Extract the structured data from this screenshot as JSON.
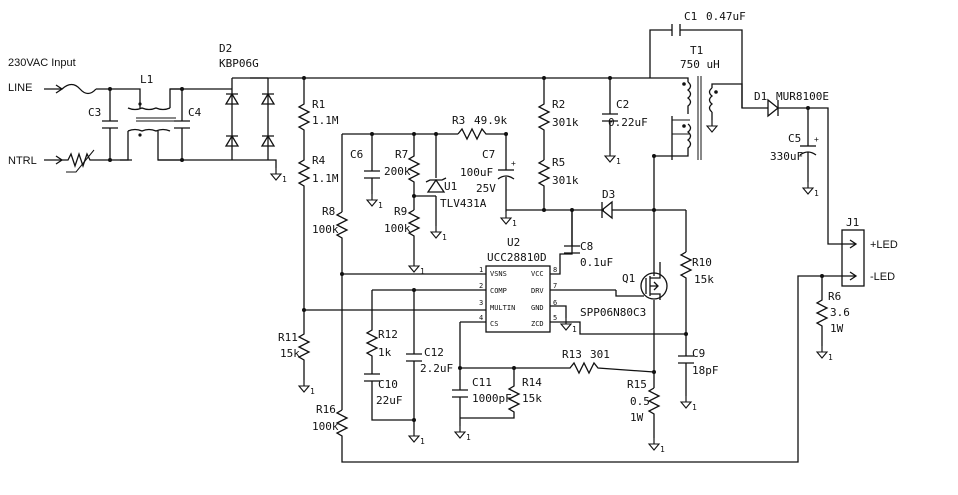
{
  "input": {
    "title": "230VAC Input",
    "line": "LINE",
    "neutral": "NTRL"
  },
  "components": {
    "L1": {
      "ref": "L1"
    },
    "C3": {
      "ref": "C3"
    },
    "C4": {
      "ref": "C4"
    },
    "D2": {
      "ref": "D2",
      "value": "KBP06G"
    },
    "R1": {
      "ref": "R1",
      "value": "1.1M"
    },
    "R4": {
      "ref": "R4",
      "value": "1.1M"
    },
    "R8": {
      "ref": "R8",
      "value": "100k"
    },
    "R11": {
      "ref": "R11",
      "value": "15k"
    },
    "R16": {
      "ref": "R16",
      "value": "100k"
    },
    "C6": {
      "ref": "C6"
    },
    "R7": {
      "ref": "R7",
      "value": "200k"
    },
    "R9": {
      "ref": "R9",
      "value": "100k"
    },
    "U1": {
      "ref": "U1",
      "value": "TLV431A"
    },
    "R3": {
      "ref": "R3",
      "value": "49.9k"
    },
    "C7": {
      "ref": "C7",
      "value": "100uF",
      "rating": "25V"
    },
    "R2": {
      "ref": "R2",
      "value": "301k"
    },
    "R5": {
      "ref": "R5",
      "value": "301k"
    },
    "C2": {
      "ref": "C2",
      "value": "0.22uF"
    },
    "C1": {
      "ref": "C1",
      "value": "0.47uF"
    },
    "T1": {
      "ref": "T1",
      "value": "750 uH"
    },
    "D1": {
      "ref": "D1",
      "value": "MUR8100E"
    },
    "C5": {
      "ref": "C5",
      "value": "330uF"
    },
    "D3": {
      "ref": "D3"
    },
    "U2": {
      "ref": "U2",
      "value": "UCC28810D"
    },
    "C8": {
      "ref": "C8",
      "value": "0.1uF"
    },
    "Q1": {
      "ref": "Q1",
      "value": "SPP06N80C3"
    },
    "R10": {
      "ref": "R10",
      "value": "15k"
    },
    "C9": {
      "ref": "C9",
      "value": "18pF"
    },
    "R12": {
      "ref": "R12",
      "value": "1k"
    },
    "C12": {
      "ref": "C12",
      "value": "2.2uF"
    },
    "C10": {
      "ref": "C10",
      "value": "22uF"
    },
    "R13": {
      "ref": "R13",
      "value": "301"
    },
    "C11": {
      "ref": "C11",
      "value": "1000pF"
    },
    "R14": {
      "ref": "R14",
      "value": "15k"
    },
    "R15": {
      "ref": "R15",
      "value": "0.5",
      "rating": "1W"
    },
    "R6": {
      "ref": "R6",
      "value": "3.6",
      "rating": "1W"
    },
    "J1": {
      "ref": "J1",
      "pos": "+LED",
      "neg": "-LED"
    }
  },
  "u2_pins": {
    "vsns": "VSNS",
    "comp": "COMP",
    "multin": "MULTIN",
    "cs": "CS",
    "vcc": "VCC",
    "drv": "DRV",
    "gnd": "GND",
    "zcd": "ZCD",
    "n1": "1",
    "n2": "2",
    "n3": "3",
    "n4": "4",
    "n5": "5",
    "n6": "6",
    "n7": "7",
    "n8": "8"
  },
  "ground_label": "1"
}
